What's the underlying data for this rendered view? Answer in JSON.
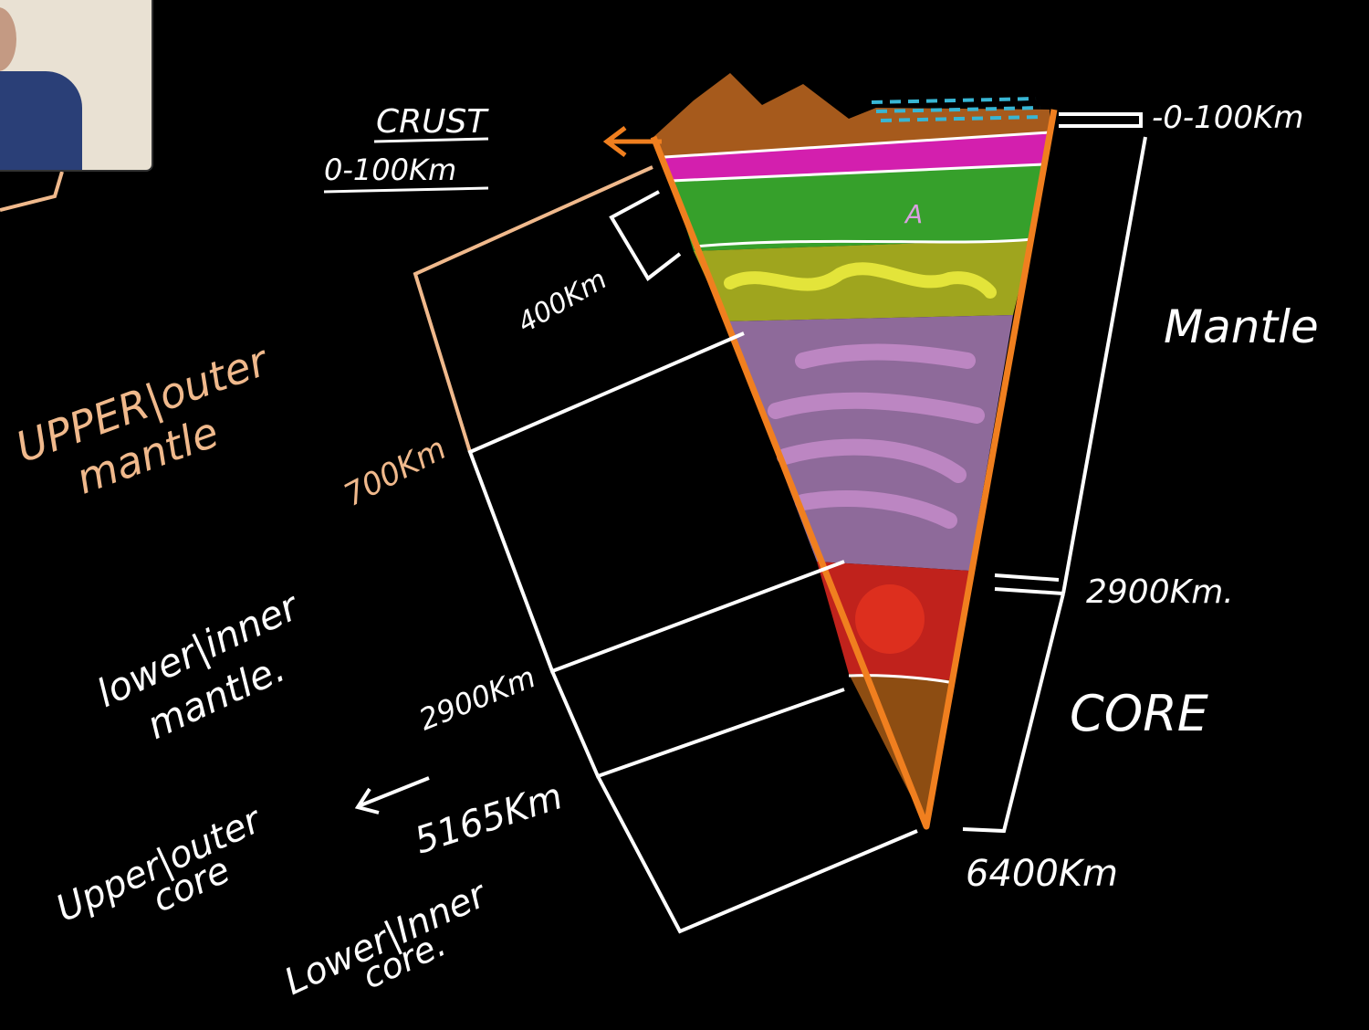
{
  "labels": {
    "crust_title": "CRUST",
    "crust_range": "0-100Km",
    "top_depth": "-0-100Km",
    "mantle": "Mantle",
    "d400": "400Km",
    "d700": "700Km",
    "d2900_left": "2900Km",
    "d2900_right": "2900Km.",
    "d5165": "5165Km",
    "d6400": "6400Km",
    "core": "CORE",
    "layer_a": "A",
    "upper_mantle": [
      "UPPER|outer",
      "mantle"
    ],
    "lower_mantle": [
      "lower|inner",
      "mantle."
    ],
    "upper_core": [
      "Upper|outer",
      "core"
    ],
    "lower_core": [
      "Lower|Inner",
      "core."
    ],
    "arrow_left": "←"
  },
  "colors": {
    "background": "#000000",
    "outline": "#f07f1f",
    "chalk": "#ffffff",
    "label_tan": "#f0b98c",
    "crust": "#a65a1c",
    "ocean": "#38b6d4",
    "magenta_layer": "#d31fae",
    "green_layer": "#36a02b",
    "yellow_green_layer": "#9fa51e",
    "lower_mantle": "#8e6a9a",
    "outer_core": "#c0221c",
    "inner_core": "#8d4d12"
  }
}
